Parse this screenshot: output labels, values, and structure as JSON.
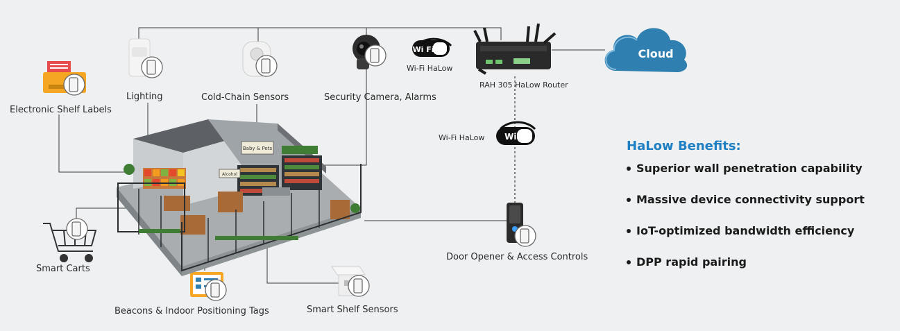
{
  "cloud": {
    "label": "Cloud"
  },
  "router": {
    "label": "RAH 305 HaLow Router"
  },
  "wifi_halow_top": {
    "badge": "Wi Fi",
    "label": "Wi-Fi HaLow"
  },
  "wifi_halow_mid": {
    "badge": "Wi Fi",
    "label": "Wi-Fi HaLow"
  },
  "devices": {
    "electronic_shelf_labels": "Electronic Shelf Labels",
    "lighting": "Lighting",
    "cold_chain_sensors": "Cold-Chain Sensors",
    "security_camera": "Security Camera, Alarms",
    "smart_carts": "Smart Carts",
    "beacons": "Beacons & Indoor Positioning Tags",
    "smart_shelf_sensors": "Smart Shelf Sensors",
    "door_opener": "Door Opener & Access Controls"
  },
  "store_signs": {
    "top": "Baby & Pets",
    "side": "Alcohol"
  },
  "benefits": {
    "title": "HaLow Benefits:",
    "items": [
      "Superior wall penetration capability",
      "Massive device connectivity support",
      "IoT-optimized bandwidth efficiency",
      "DPP rapid pairing"
    ]
  },
  "colors": {
    "accent": "#1e7fc2",
    "cloud": "#2f7fb0",
    "background": "#eef0f1"
  }
}
